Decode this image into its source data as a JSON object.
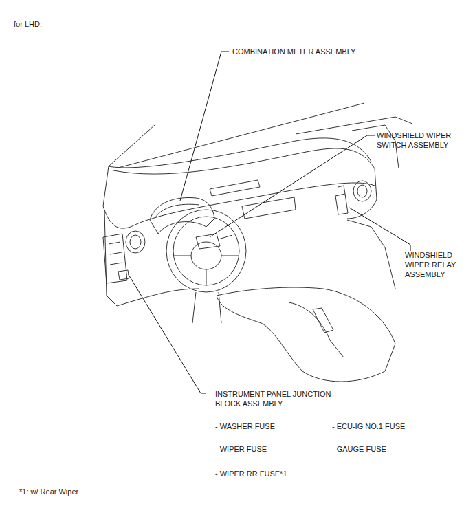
{
  "diagram": {
    "labels": [
      "for LHD:",
      "COMBINATION METER ASSEMBLY",
      "WINDSHIELD WIPER SWITCH ASSEMBLY",
      "WINDSHIELD WIPER RELAY ASSEMBLY",
      "INSTRUMENT PANEL JUNCTION BLOCK ASSEMBLY",
      "- WASHER FUSE",
      "- ECU-IG NO.1 FUSE",
      "- WIPER FUSE",
      "- GAUGE FUSE",
      "- WIPER RR FUSE*1",
      "*1: w/ Rear Wiper"
    ]
  }
}
